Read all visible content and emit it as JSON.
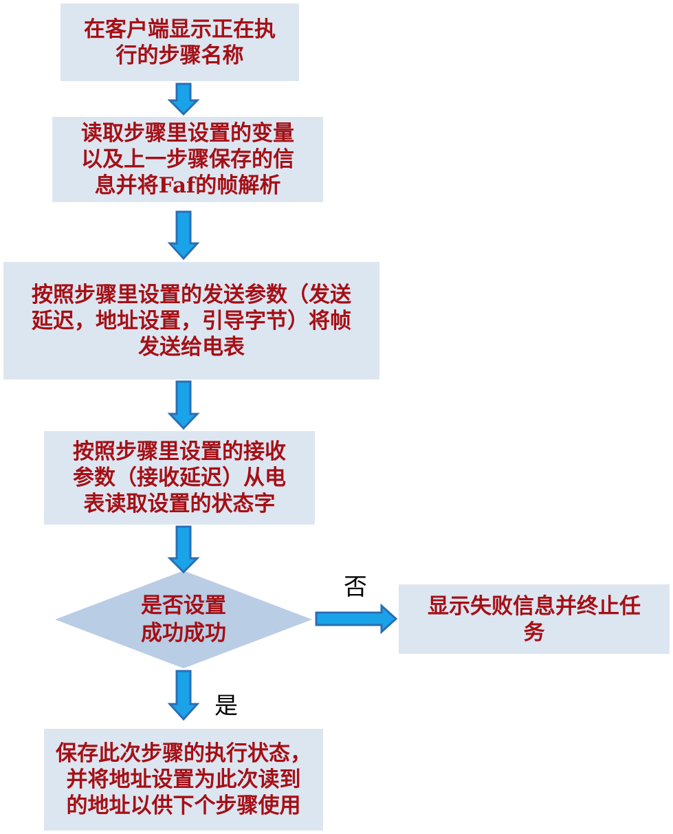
{
  "steps": [
    {
      "lines": [
        "在客户端显示正在执",
        "行的步骤名称"
      ]
    },
    {
      "lines": [
        "读取步骤里设置的变量",
        "以及上一步骤保存的信",
        "息并将Faf的帧解析"
      ]
    },
    {
      "lines": [
        "按照步骤里设置的发送参数（发送",
        "延迟，地址设置，引导字节）将帧",
        "发送给电表"
      ]
    },
    {
      "lines": [
        "按照步骤里设置的接收",
        "参数（接收延迟）从电",
        "表读取设置的状态字"
      ]
    }
  ],
  "decision": {
    "lines": [
      "是否设置",
      "成功成功"
    ]
  },
  "failure": {
    "lines": [
      "显示失败信息并终止任",
      "务"
    ]
  },
  "success": {
    "lines": [
      "保存此次步骤的执行状态，",
      "并将地址设置为此次读到",
      "的地址以供下个步骤使用"
    ]
  },
  "branch_labels": {
    "no": "否",
    "yes": "是"
  },
  "colors": {
    "box_fill": "#dce6f1",
    "diamond_fill": "#b9cde5",
    "text": "#a50f15",
    "arrow_fill": "#1aa3e8",
    "arrow_stroke": "#2a6eb5"
  }
}
